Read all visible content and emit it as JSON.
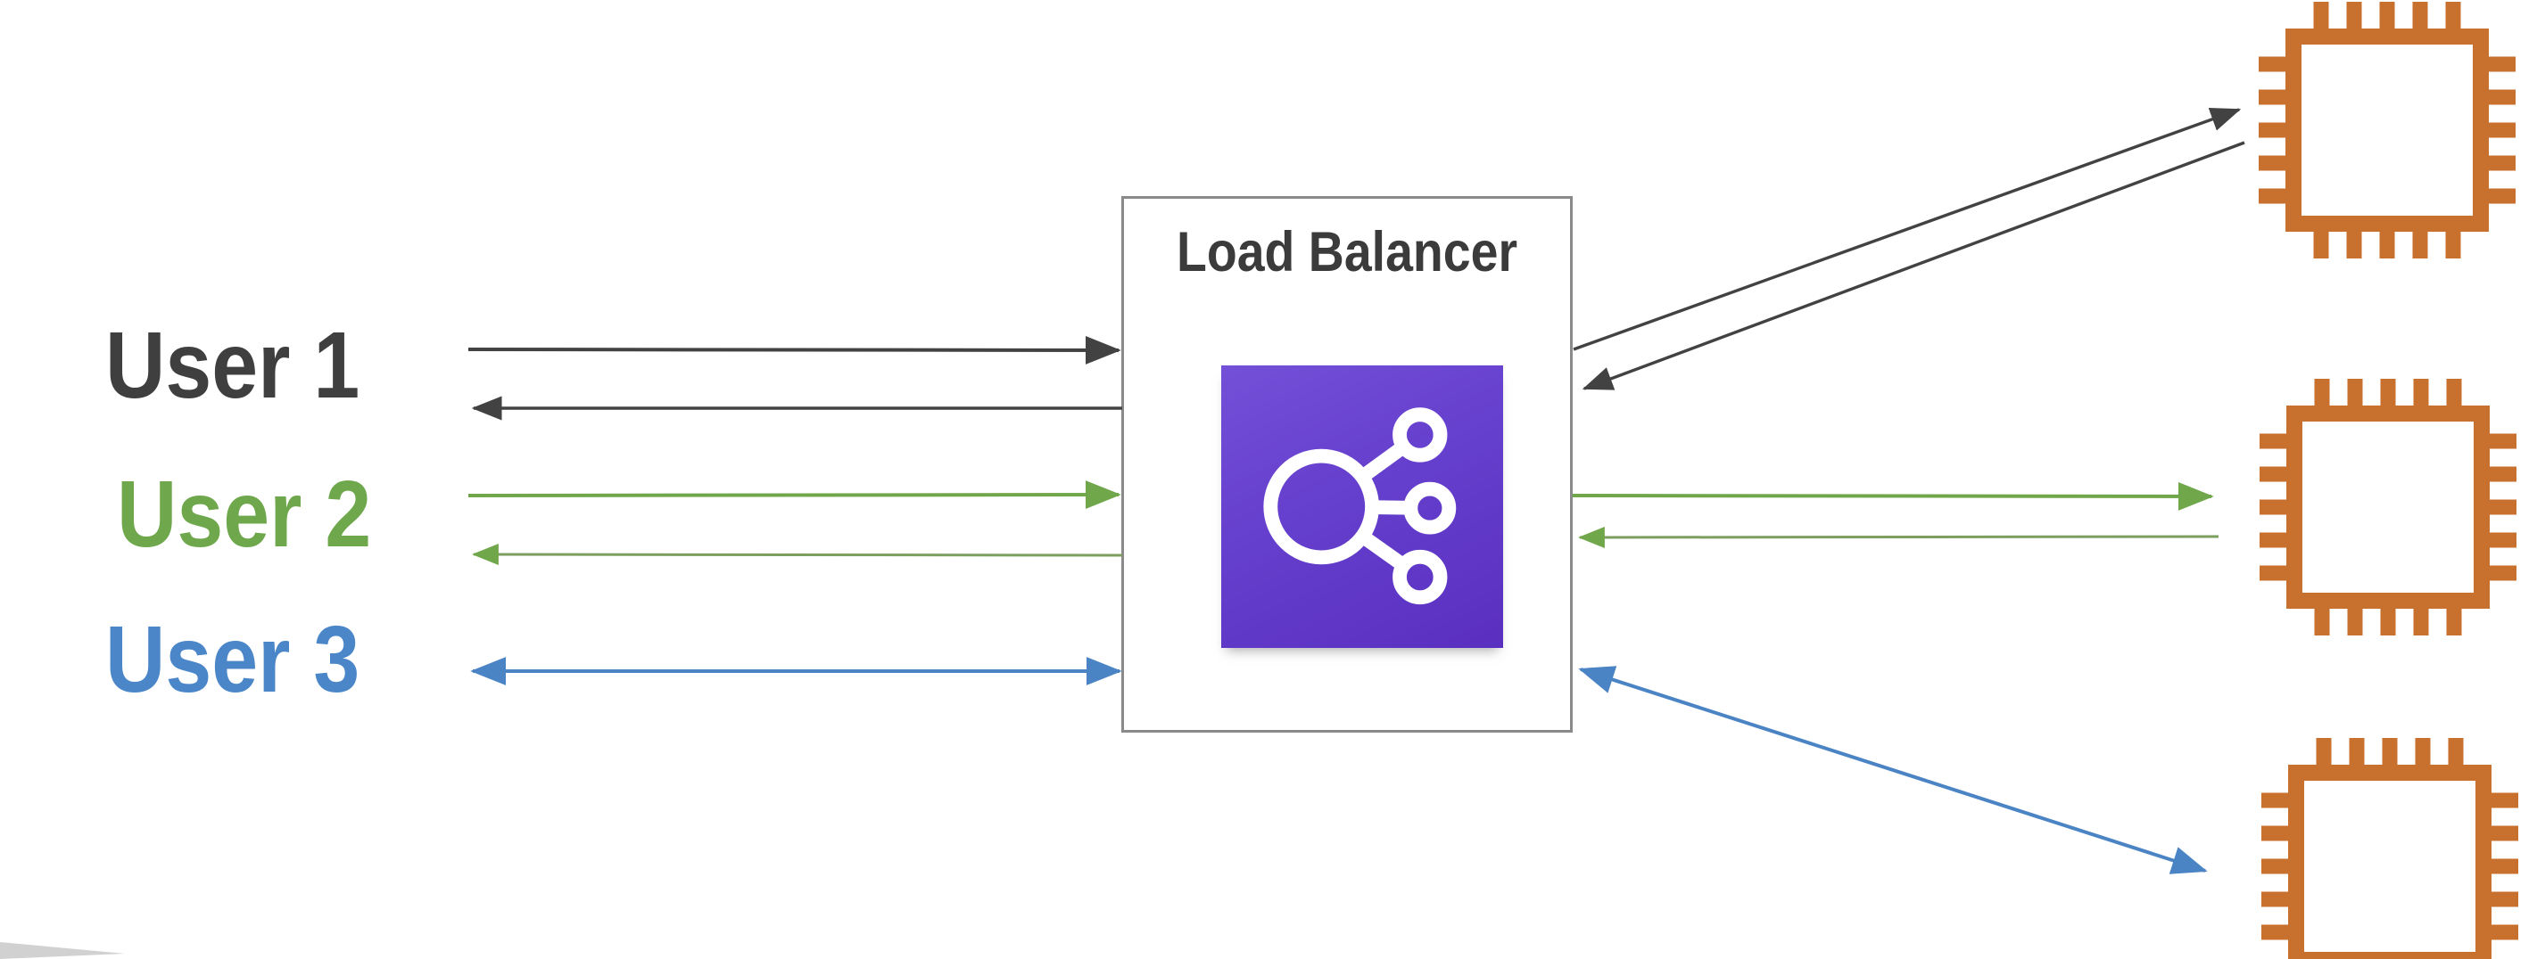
{
  "diagram": {
    "title": "Load Balancer",
    "users": [
      {
        "id": "user-1",
        "label": "User 1",
        "color": "#3f3f3f"
      },
      {
        "id": "user-2",
        "label": "User 2",
        "color": "#6fa84c"
      },
      {
        "id": "user-3",
        "label": "User 3",
        "color": "#4a86c8"
      }
    ],
    "load_balancer": {
      "label": "Load Balancer",
      "icon": "elastic-load-balancing-icon",
      "icon_background_top": "#7450d8",
      "icon_background_bottom": "#5a2fc0",
      "box_border_color": "#8a8a8a"
    },
    "servers": [
      {
        "id": "server-1",
        "icon": "processor-chip-icon",
        "color": "#c8702d"
      },
      {
        "id": "server-2",
        "icon": "processor-chip-icon",
        "color": "#c8702d"
      },
      {
        "id": "server-3",
        "icon": "processor-chip-icon",
        "color": "#c8702d"
      }
    ],
    "connections": [
      {
        "from": "user-1",
        "to": "load-balancer",
        "direction": "both",
        "color": "#424242"
      },
      {
        "from": "user-2",
        "to": "load-balancer",
        "direction": "both",
        "color": "#70a74b"
      },
      {
        "from": "user-3",
        "to": "load-balancer",
        "direction": "both",
        "color": "#4b84c4"
      },
      {
        "from": "load-balancer",
        "to": "server-1",
        "direction": "both",
        "color": "#424242"
      },
      {
        "from": "load-balancer",
        "to": "server-2",
        "direction": "both",
        "color": "#70a74b"
      },
      {
        "from": "load-balancer",
        "to": "server-3",
        "direction": "both",
        "color": "#4b84c4"
      }
    ],
    "palette": {
      "background": "#ffffff",
      "dark": "#424242",
      "green": "#70a74b",
      "blue": "#4b84c4",
      "orange": "#c8702d"
    }
  }
}
